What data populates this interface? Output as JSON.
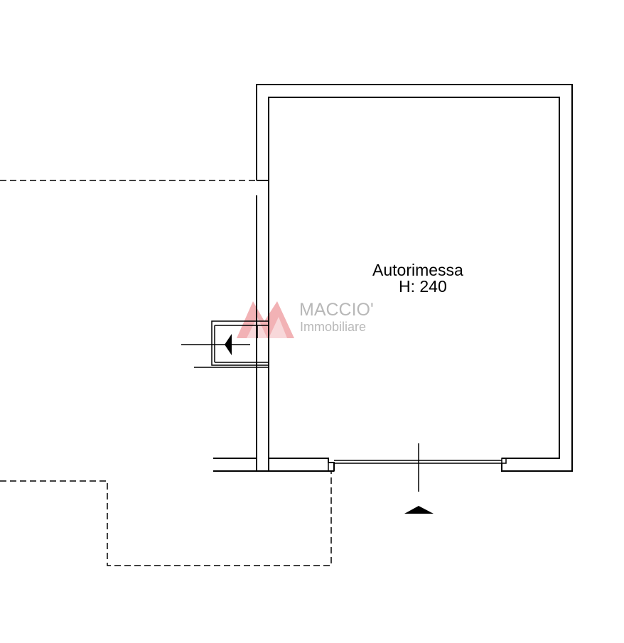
{
  "room": {
    "name": "Autorimessa",
    "height_label": "H: 240"
  },
  "watermark": {
    "brand": "MACCIO'",
    "subtitle": "Immobiliare",
    "logo_color": "#e8747a",
    "text_color": "#b8b8b8"
  },
  "colors": {
    "line": "#000000",
    "background": "#ffffff"
  }
}
